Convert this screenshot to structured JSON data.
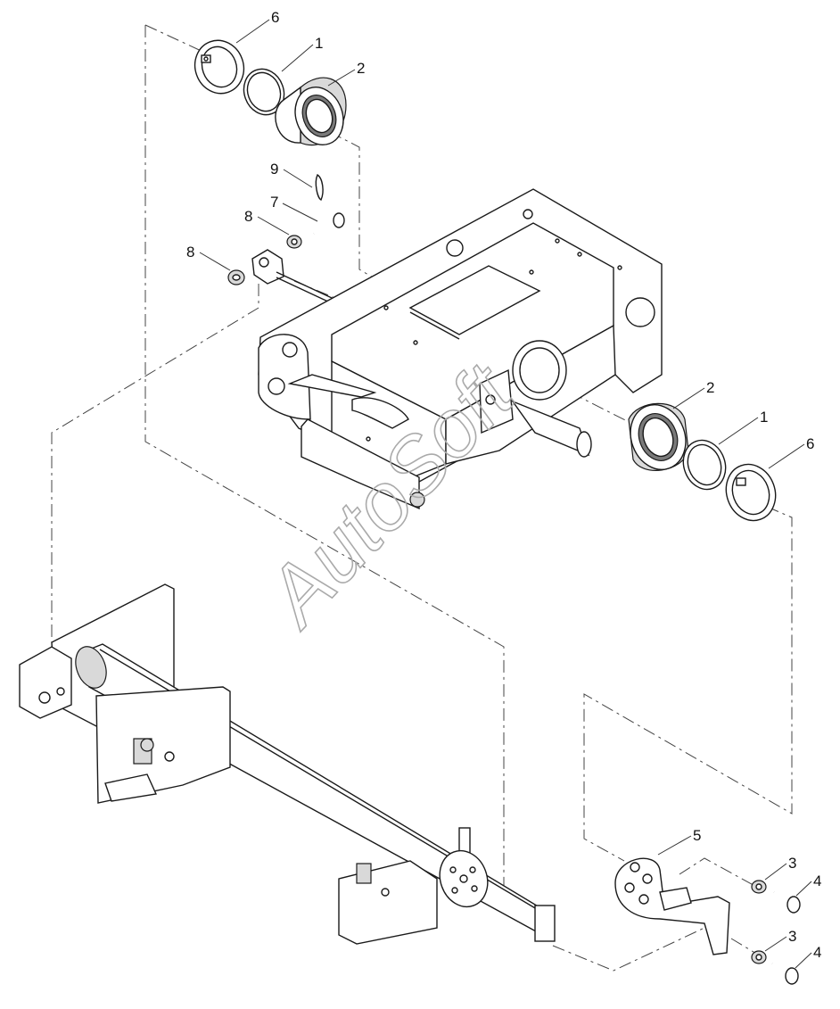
{
  "watermark": "AutoSoft",
  "callouts": [
    {
      "id": "c6a",
      "label": "6"
    },
    {
      "id": "c1a",
      "label": "1"
    },
    {
      "id": "c2a",
      "label": "2"
    },
    {
      "id": "c9",
      "label": "9"
    },
    {
      "id": "c7",
      "label": "7"
    },
    {
      "id": "c8a",
      "label": "8"
    },
    {
      "id": "c8b",
      "label": "8"
    },
    {
      "id": "c2b",
      "label": "2"
    },
    {
      "id": "c1b",
      "label": "1"
    },
    {
      "id": "c6b",
      "label": "6"
    },
    {
      "id": "c5",
      "label": "5"
    },
    {
      "id": "c3a",
      "label": "3"
    },
    {
      "id": "c4a",
      "label": "4"
    },
    {
      "id": "c3b",
      "label": "3"
    },
    {
      "id": "c4b",
      "label": "4"
    }
  ]
}
